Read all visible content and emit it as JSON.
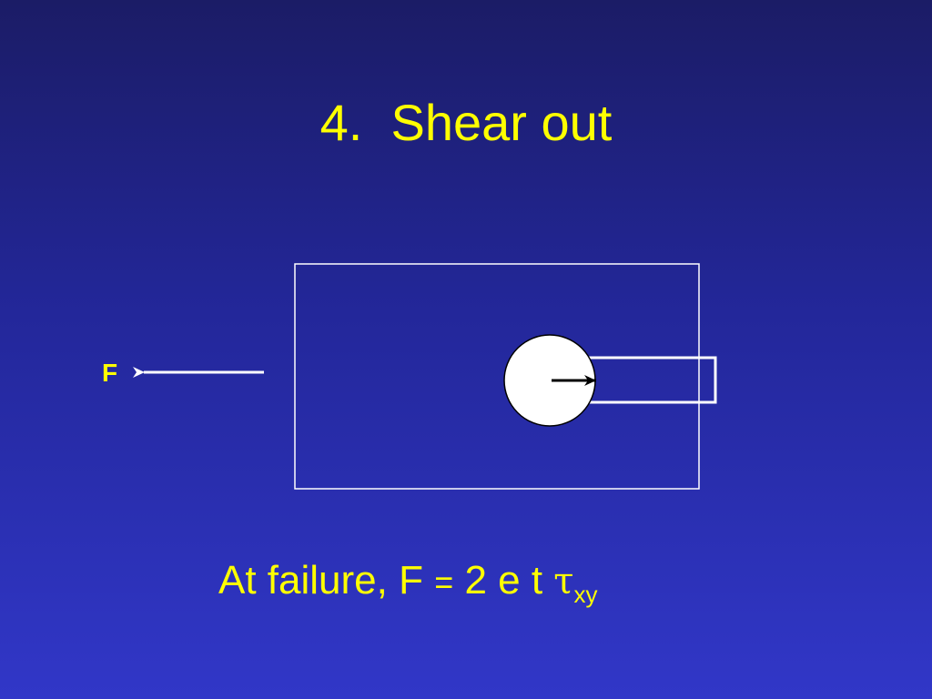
{
  "slide": {
    "title": "4.  Shear out"
  },
  "diagram": {
    "force_label": "F",
    "colors": {
      "outline": "#ffffff",
      "pin_fill": "#ffffff",
      "pin_arrow": "#000000",
      "text": "#ffff00"
    }
  },
  "formula": {
    "prefix": "At failure, F ",
    "equals": "=",
    "terms": " 2 e t ",
    "tau": "τ",
    "subscript": "xy"
  }
}
